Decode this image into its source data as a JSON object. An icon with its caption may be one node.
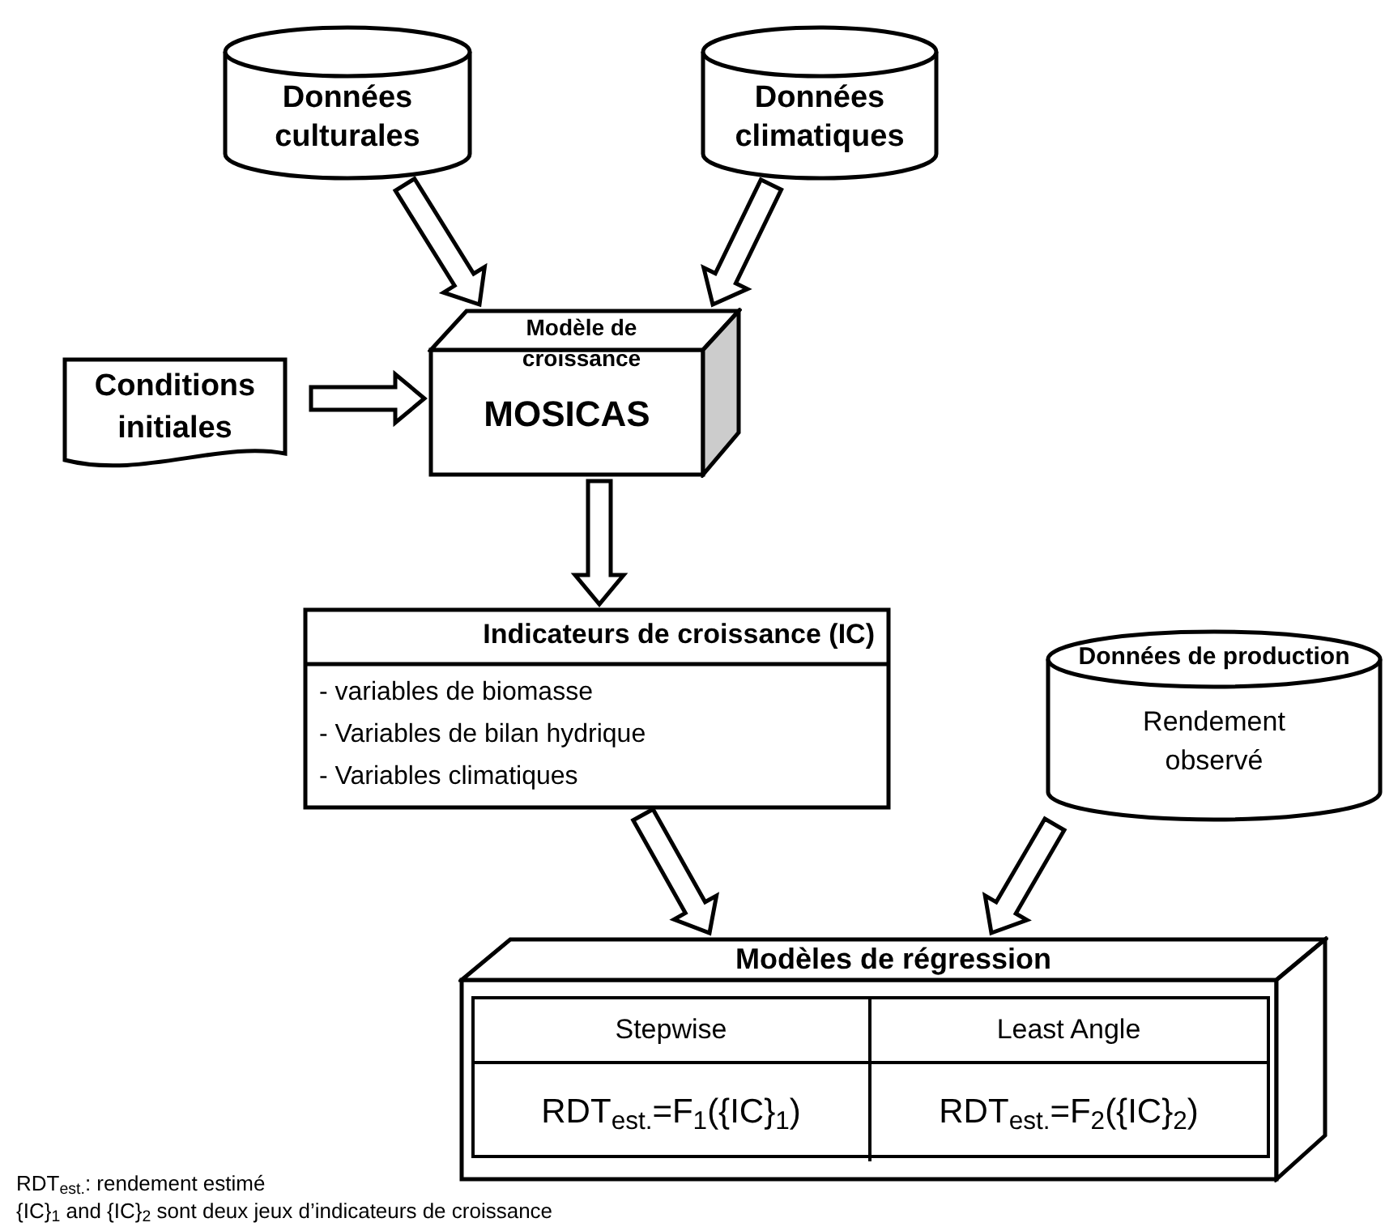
{
  "diagram": {
    "nodes": [
      {
        "text": [
          "Données culturales"
        ]
      },
      {
        "text": [
          "Données climatiques"
        ]
      },
      {
        "text": [
          "Conditions initiales"
        ]
      },
      {
        "text": [
          "Modèle de croissance",
          "MOSICAS"
        ]
      },
      {
        "text": [
          "Indicateurs de croissance (IC)",
          "- variables de biomasse",
          "- Variables de bilan hydrique",
          "- Variables climatiques"
        ]
      },
      {
        "text": [
          "Données de production",
          "Rendement observé"
        ]
      },
      {
        "text": [
          "Modèles de régression"
        ]
      }
    ],
    "edges": [
      {
        "from": 0,
        "to": 3,
        "arrow": "to"
      },
      {
        "from": 1,
        "to": 3,
        "arrow": "to"
      },
      {
        "from": 2,
        "to": 3,
        "arrow": "to"
      },
      {
        "from": 3,
        "to": 4,
        "arrow": "to"
      },
      {
        "from": 4,
        "to": 6,
        "arrow": "to"
      },
      {
        "from": 5,
        "to": 6,
        "arrow": "to"
      }
    ],
    "labels": [
      "Stepwise",
      "Least Angle",
      "RDT$_{est.}$=F$_{1}$({IC}$_{1}$)",
      "RDT$_{est.}$=F$_{2}$({IC}$_{2}$)",
      "RDT$_{est.}$: rendement estimé",
      "{IC}$_{1}$ and {IC}$_{2}$ sont deux jeux d’indicateurs de croissance"
    ]
  }
}
